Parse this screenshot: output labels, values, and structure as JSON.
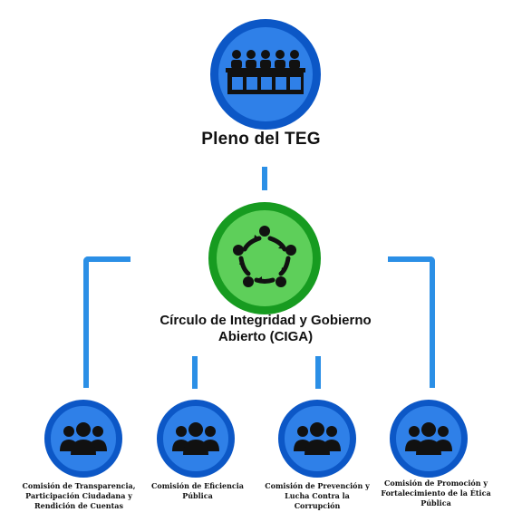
{
  "top_node": {
    "title": "Pleno del TEG",
    "icon": "council-bench-icon"
  },
  "middle_node": {
    "title": "Círculo de Integridad y Gobierno Abierto (CIGA)",
    "icon": "integrity-circle-icon"
  },
  "commissions": [
    {
      "label": "Comisión de Transparencia, Participación Ciudadana y Rendición de Cuentas",
      "icon": "group-icon"
    },
    {
      "label": "Comisión de Eficiencia Pública",
      "icon": "group-icon"
    },
    {
      "label": "Comisión de Prevención y Lucha Contra la Corrupción",
      "icon": "group-icon"
    },
    {
      "label": "Comisión de Promoción y Fortalecimiento de la Ética Pública",
      "icon": "group-icon"
    }
  ],
  "colors": {
    "node_blue": "#2f80e8",
    "node_blue_border": "#0c57c6",
    "node_green": "#5ecf5a",
    "node_green_border": "#179b20",
    "connector": "#2b8fe6"
  }
}
